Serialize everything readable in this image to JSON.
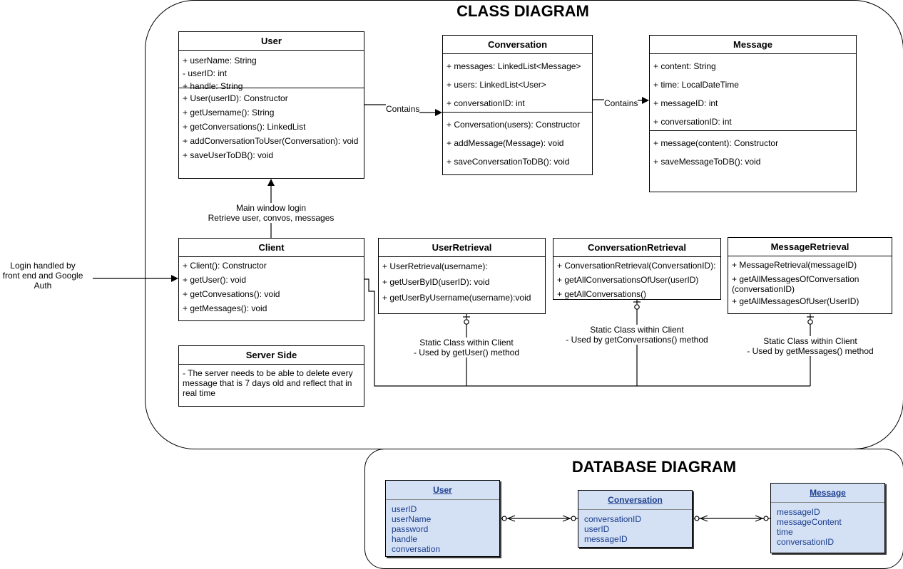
{
  "class_diagram": {
    "title": "CLASS DIAGRAM",
    "classes": {
      "user": {
        "name": "User",
        "attributes": [
          "+ userName: String",
          "- userID: int",
          "+ handle: String"
        ],
        "methods": [
          "+ User(userID): Constructor",
          "+ getUsername(): String",
          "+ getConversations(): LinkedList",
          "+ addConversationToUser(Conversation): void",
          "+ saveUserToDB(): void"
        ]
      },
      "conversation": {
        "name": "Conversation",
        "attributes": [
          "+ messages: LinkedList<Message>",
          "+ users: LinkedList<User>",
          "+ conversationID: int"
        ],
        "methods": [
          "+ Conversation(users): Constructor",
          "+ addMessage(Message): void",
          "+ saveConversationToDB(): void"
        ]
      },
      "message": {
        "name": "Message",
        "attributes": [
          "+ content: String",
          "+ time: LocalDateTime",
          "+ messageID: int",
          "+ conversationID: int"
        ],
        "methods": [
          "+ message(content): Constructor",
          "+ saveMessageToDB(): void"
        ]
      },
      "client": {
        "name": "Client",
        "methods": [
          "+ Client(): Constructor",
          "+ getUser(): void",
          "+ getConvesations(): void",
          "+ getMessages(): void"
        ]
      },
      "user_retrieval": {
        "name": "UserRetrieval",
        "methods": [
          "+ UserRetrieval(username):",
          "+ getUserByID(userID): void",
          "+ getUserByUsername(username):void"
        ]
      },
      "conversation_retrieval": {
        "name": "ConversationRetrieval",
        "methods": [
          "+ ConversationRetrieval(ConversationID):",
          "+ getAllConversationsOfUser(userID)",
          "+ getAllConversations()"
        ]
      },
      "message_retrieval": {
        "name": "MessageRetrieval",
        "methods": [
          "+ MessageRetrieval(messageID)",
          "+ getAllMessagesOfConversation",
          "(conversationID)",
          "+ getAllMessagesOfUser(UserID)"
        ]
      },
      "server_side": {
        "name": "Server Side",
        "text": [
          "- The server needs to be able to delete every",
          "message that is 7 days old and reflect that in",
          "real time"
        ]
      }
    },
    "labels": {
      "contains_1": "Contains",
      "contains_2": "Contains",
      "login_line1": "Main window login",
      "login_line2": "Retrieve user, convos, messages",
      "external_1": "Login handled by",
      "external_2": "front end and Google",
      "external_3": "Auth",
      "static_user_1": "Static Class within Client",
      "static_user_2": "- Used by getUser() method",
      "static_conv_1": "Static Class within Client",
      "static_conv_2": "- Used by getConversations() method",
      "static_msg_1": "Static Class within Client",
      "static_msg_2": "- Used by getMessages() method"
    }
  },
  "database_diagram": {
    "title": "DATABASE DIAGRAM",
    "tables": {
      "user": {
        "name": "User",
        "fields": [
          "userID",
          "userName",
          "password",
          "handle",
          "conversation"
        ]
      },
      "conversation": {
        "name": "Conversation",
        "fields": [
          "conversationID",
          "userID",
          "messageID"
        ]
      },
      "message": {
        "name": "Message",
        "fields": [
          "messageID",
          "messageContent",
          "time",
          "conversationID"
        ]
      }
    },
    "colors": {
      "table_fill": "#d4e1f5",
      "table_text": "#1a3c8c"
    }
  }
}
